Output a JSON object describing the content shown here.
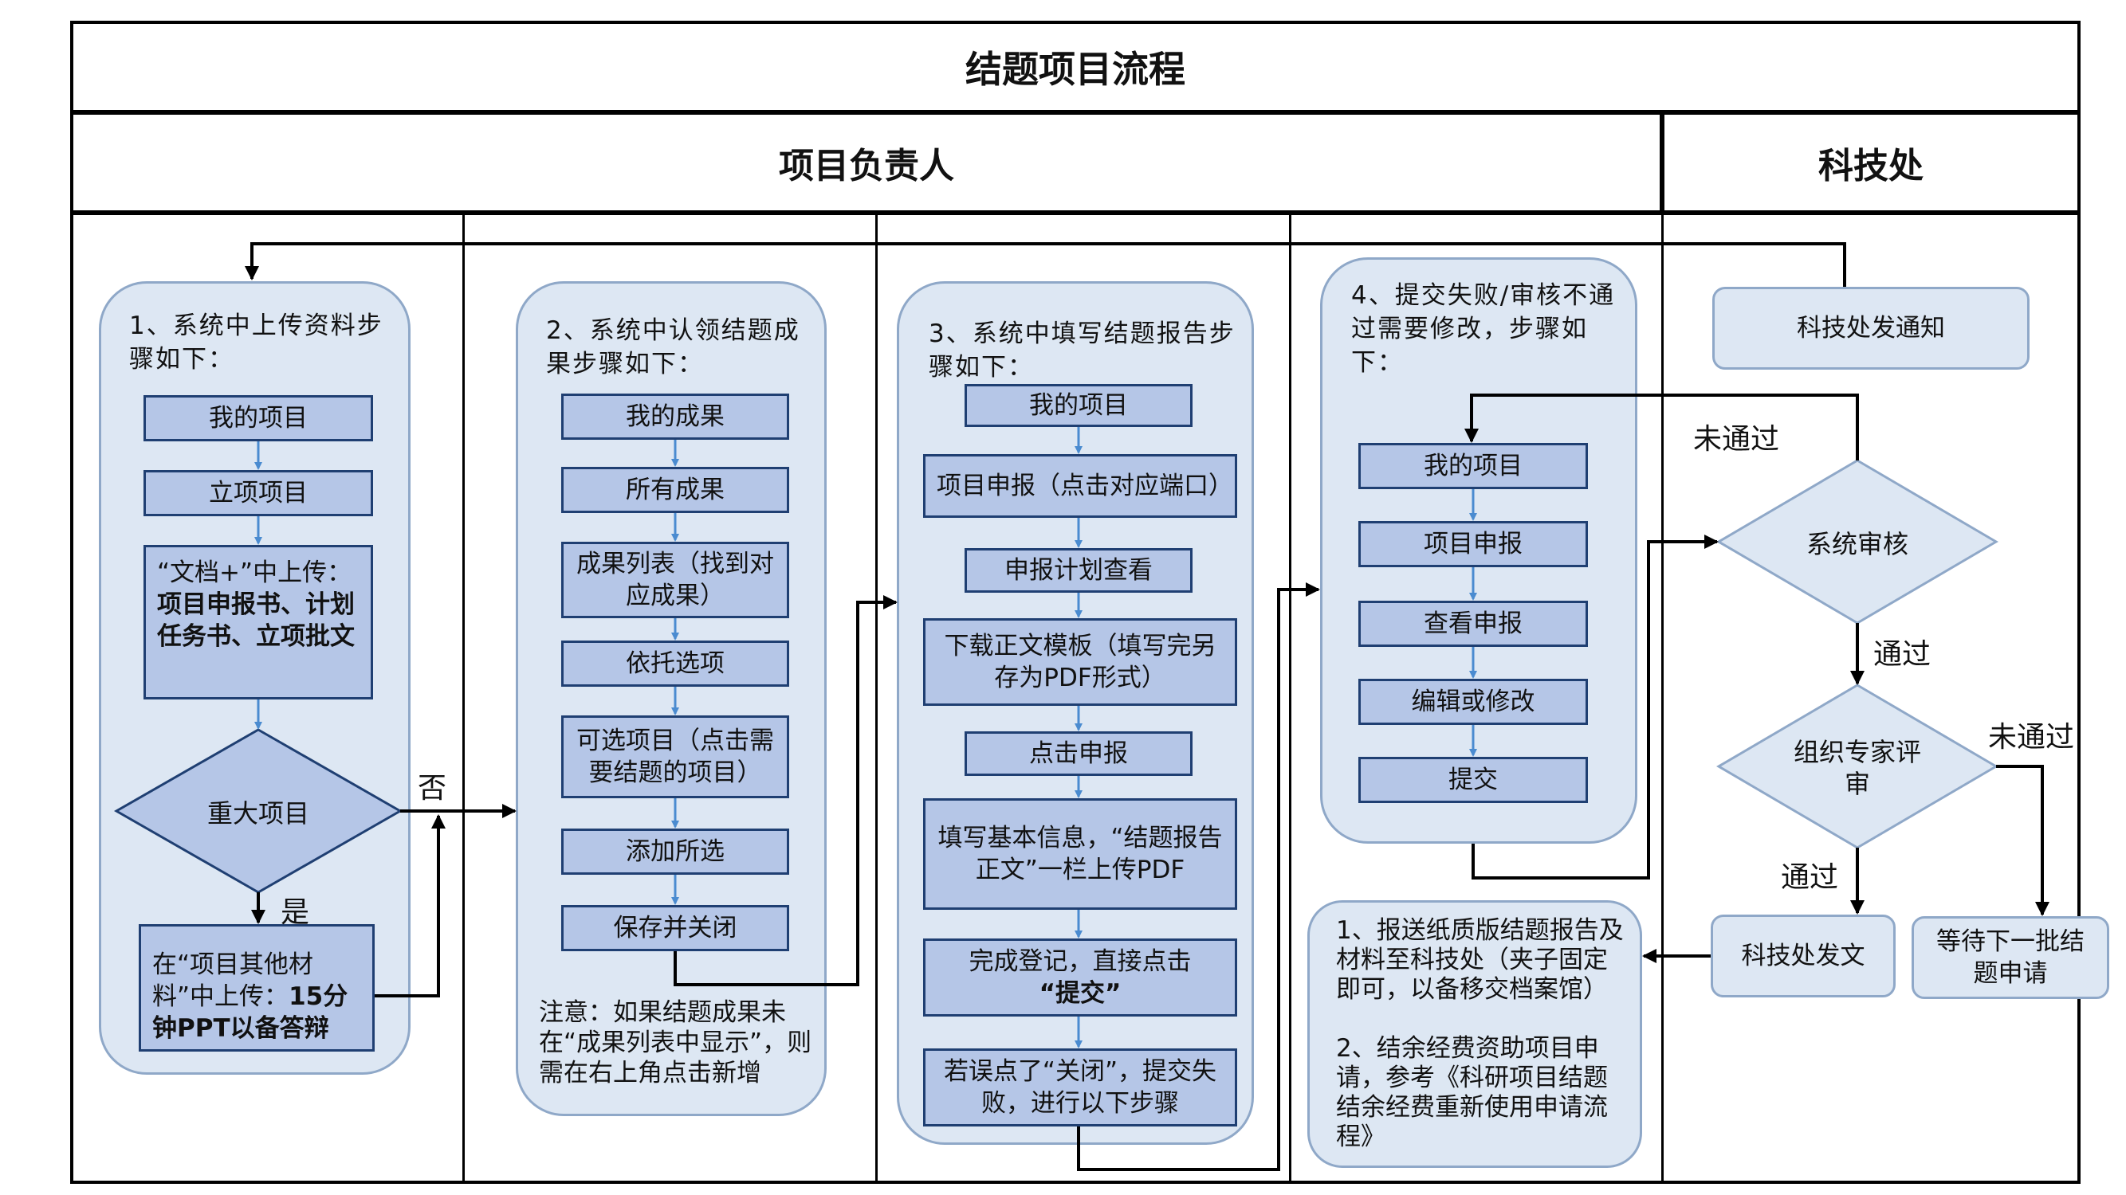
{
  "title": "结题项目流程",
  "lanes": {
    "leader": "项目负责人",
    "office": "科技处"
  },
  "stage1": {
    "heading": "1、系统中上传资料步骤如下：",
    "steps": [
      "我的项目",
      "立项项目"
    ],
    "upload_prefix": "“文档+”中上传：",
    "upload_bold": "项目申报书、计划任务书、立项批文",
    "decision": "重大项目",
    "yes": "是",
    "no": "否",
    "other_prefix": "在“项目其他材料”中上传：",
    "other_bold": "15分钟PPT以备答辩"
  },
  "stage2": {
    "heading": "2、系统中认领结题成果步骤如下：",
    "steps": [
      "我的成果",
      "所有成果",
      "成果列表（找到对应成果）",
      "依托选项",
      "可选项目（点击需要结题的项目）",
      "添加所选",
      "保存并关闭"
    ],
    "note": "注意：如果结题成果未在“成果列表中显示”，则需在右上角点击新增"
  },
  "stage3": {
    "heading": "3、系统中填写结题报告步骤如下：",
    "steps": [
      "我的项目",
      "项目申报（点击对应端口）",
      "申报计划查看",
      "下载正文模板（填写完另存为PDF形式）",
      "点击申报",
      "填写基本信息，“结题报告正文”一栏上传PDF"
    ],
    "complete_prefix": "完成登记，直接点击",
    "complete_bold": "“提交”",
    "mistake": "若误点了“关闭”，提交失败，进行以下步骤"
  },
  "stage4": {
    "heading": "4、提交失败/审核不通过需要修改，步骤如下：",
    "steps": [
      "我的项目",
      "项目申报",
      "查看申报",
      "编辑或修改",
      "提交"
    ]
  },
  "final_note": {
    "item1": "1、报送纸质版结题报告及材料至科技处（夹子固定即可，以备移交档案馆）",
    "item2": "2、结余经费资助项目申请，参考《科研项目结题结余经费重新使用申请流程》"
  },
  "office": {
    "notice": "科技处发通知",
    "review": "系统审核",
    "review_fail": "未通过",
    "review_pass": "通过",
    "expert": "组织专家评审",
    "expert_fail": "未通过",
    "expert_pass": "通过",
    "issue": "科技处发文",
    "wait": "等待下一批结题申请"
  },
  "colors": {
    "box_fill": "#b5c6e7",
    "box_border": "#1f3f72",
    "group_fill": "#dde7f3",
    "connector": "#4a8bd0"
  }
}
